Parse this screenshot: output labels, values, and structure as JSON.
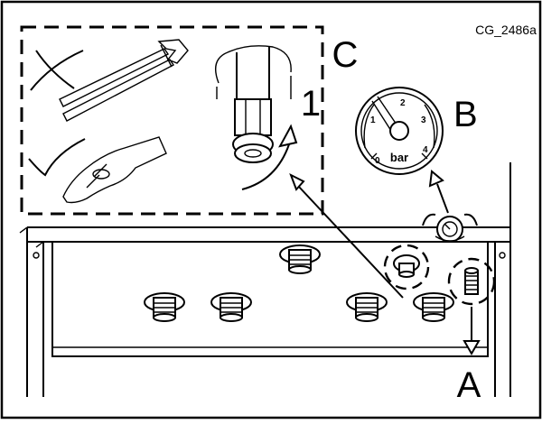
{
  "figure": {
    "code": "CG_2486a",
    "labels": {
      "a": "A",
      "b": "B",
      "c": "C",
      "step": "1"
    },
    "gauge": {
      "ticks": [
        "0",
        "1",
        "2",
        "3",
        "4"
      ],
      "unit": "bar"
    },
    "icons": [
      "cross-icon",
      "check-icon",
      "pipe-wrench-icon",
      "hand-icon"
    ]
  }
}
